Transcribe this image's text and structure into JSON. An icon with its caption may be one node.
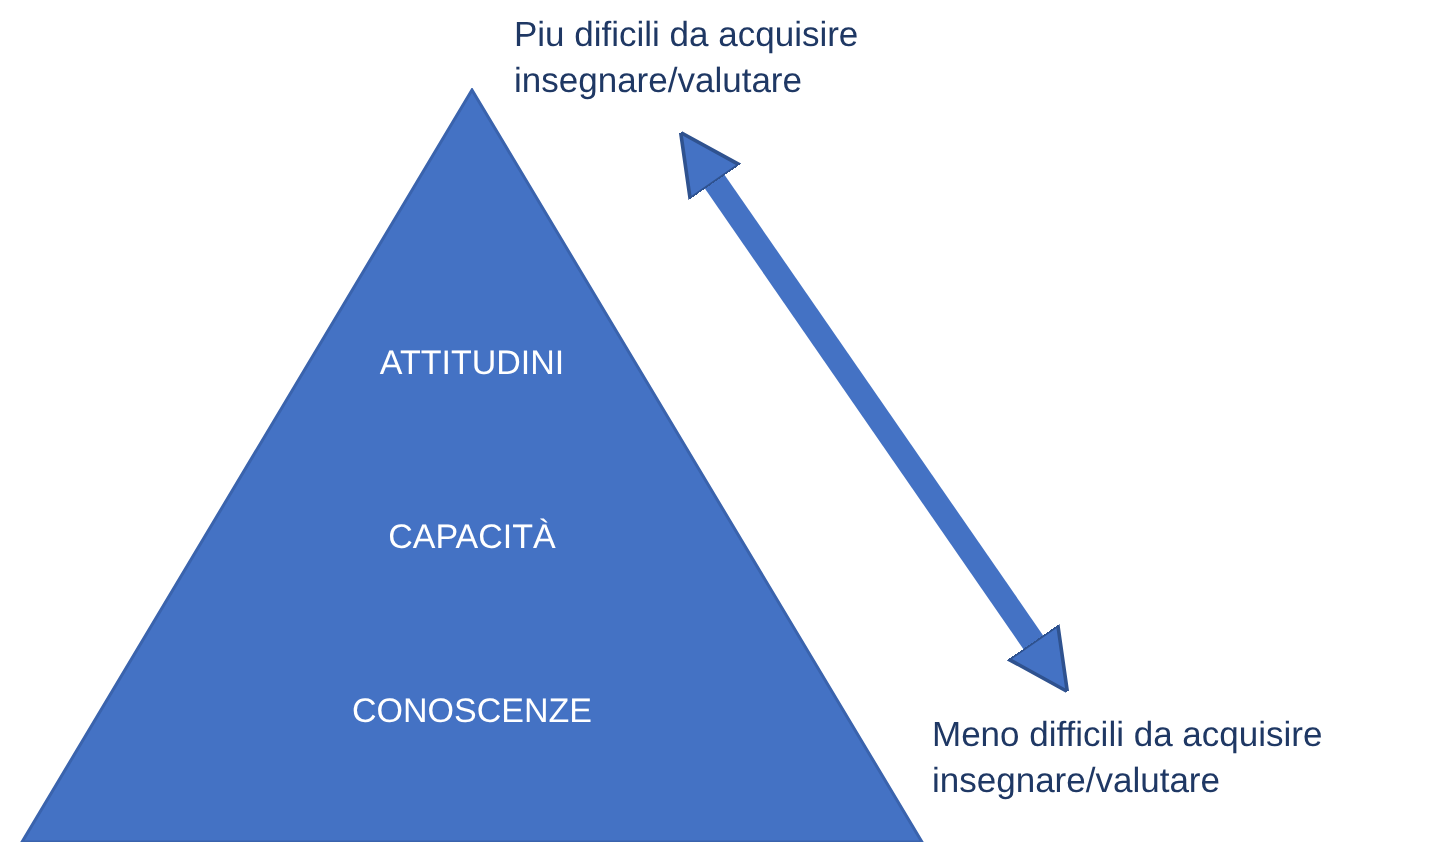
{
  "diagram": {
    "nodes": [
      {
        "text": [
          "ATTITUDINI",
          "CAPACITÀ",
          "CONOSCENZE"
        ]
      },
      {
        "text": [
          "Piu dificili da acquisire insegnare/valutare"
        ]
      },
      {
        "text": [
          "Meno difficili da acquisire insegnare/valutare"
        ]
      }
    ],
    "edges": [
      {
        "from": 1,
        "to": 2,
        "arrow": "both"
      }
    ]
  }
}
